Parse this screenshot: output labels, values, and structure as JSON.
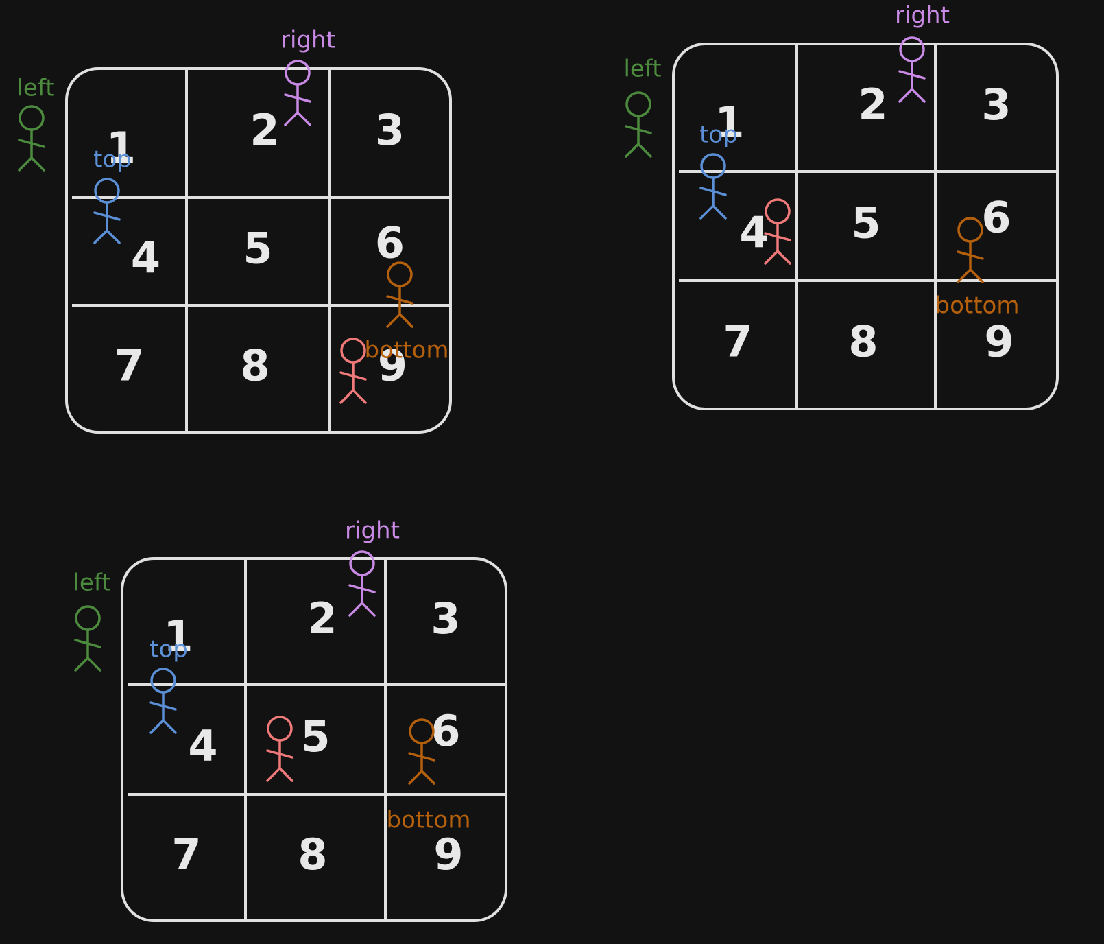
{
  "colors": {
    "background": "#121212",
    "grid": "#e0e0e0",
    "numbers": "#e8e8e8",
    "left": "#4c8a3e",
    "top": "#5b8fd6",
    "right": "#c98ae6",
    "bottom": "#b5600c",
    "cursor": "#f07a7a"
  },
  "diagrams": [
    {
      "cells": [
        "1",
        "2",
        "3",
        "4",
        "5",
        "6",
        "7",
        "8",
        "9"
      ],
      "labels": {
        "left": "left",
        "top": "top",
        "right": "right",
        "bottom": "bottom"
      },
      "cursor_on_cell": "9"
    },
    {
      "cells": [
        "1",
        "2",
        "3",
        "4",
        "5",
        "6",
        "7",
        "8",
        "9"
      ],
      "labels": {
        "left": "left",
        "top": "top",
        "right": "right",
        "bottom": "bottom"
      },
      "cursor_on_cell": "4"
    },
    {
      "cells": [
        "1",
        "2",
        "3",
        "4",
        "5",
        "6",
        "7",
        "8",
        "9"
      ],
      "labels": {
        "left": "left",
        "top": "top",
        "right": "right",
        "bottom": "bottom"
      },
      "cursor_on_cell": "5"
    }
  ]
}
